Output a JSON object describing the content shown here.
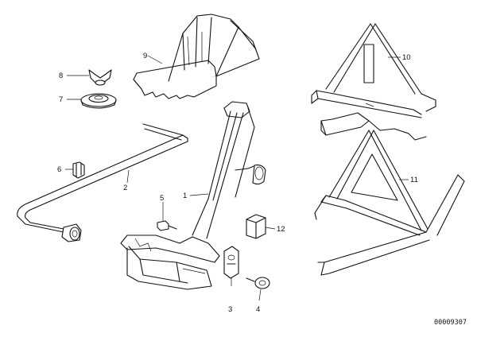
{
  "diagram": {
    "document_number": "00009307",
    "callouts": [
      {
        "id": "callout-1",
        "label": "1"
      },
      {
        "id": "callout-2",
        "label": "2"
      },
      {
        "id": "callout-3",
        "label": "3"
      },
      {
        "id": "callout-4",
        "label": "4"
      },
      {
        "id": "callout-5",
        "label": "5"
      },
      {
        "id": "callout-6",
        "label": "6"
      },
      {
        "id": "callout-7",
        "label": "7"
      },
      {
        "id": "callout-8",
        "label": "8"
      },
      {
        "id": "callout-9",
        "label": "9"
      },
      {
        "id": "callout-10",
        "label": "10"
      },
      {
        "id": "callout-11",
        "label": "11"
      },
      {
        "id": "callout-12",
        "label": "12"
      }
    ]
  }
}
